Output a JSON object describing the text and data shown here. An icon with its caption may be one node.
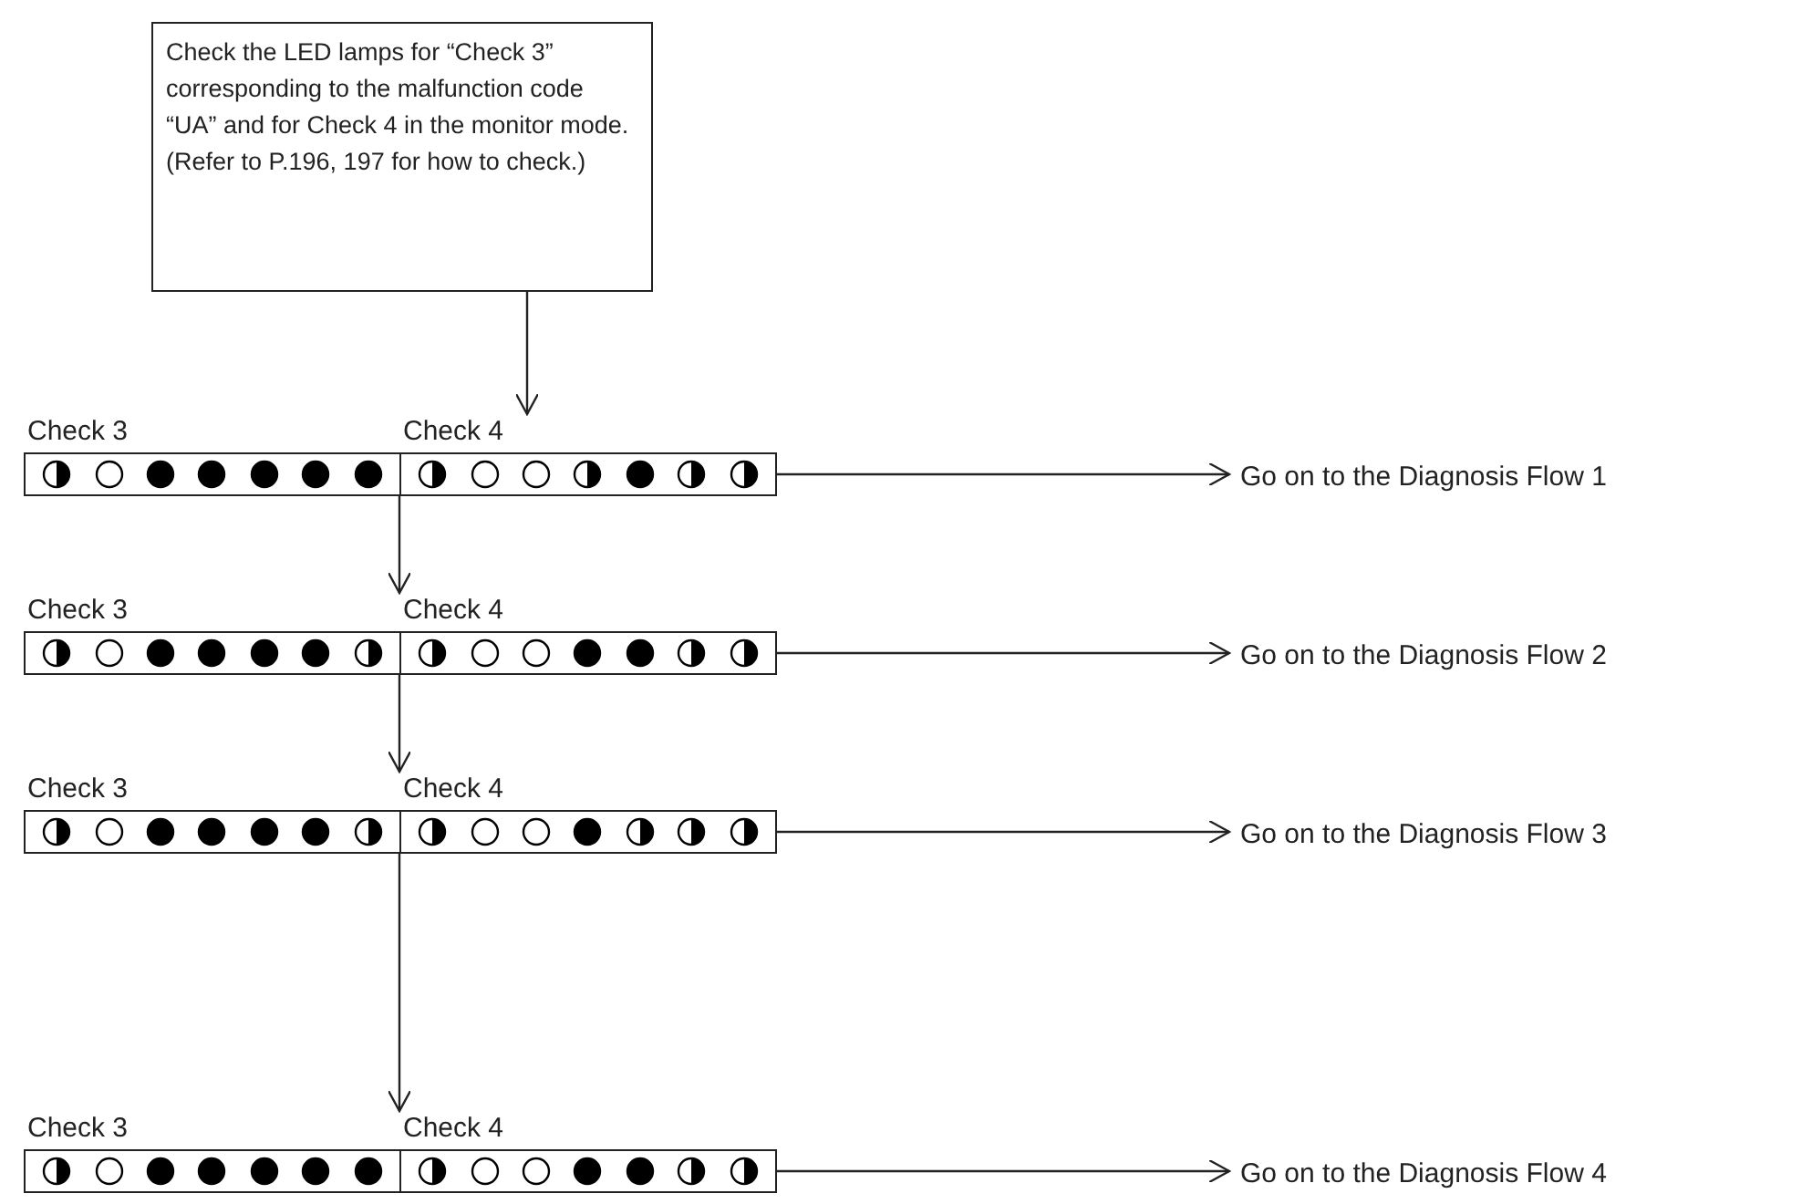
{
  "diagram": {
    "nodes": [
      {
        "text": [
          "Check the LED lamps for “Check 3” corresponding to the malfunction code “UA” and for Check 4 in the monitor mode. (Refer to P.196, 197 for how to check.)"
        ]
      },
      {
        "text": [
          "Check 3",
          "Check 4"
        ]
      },
      {
        "text": [
          "Go on to the Diagnosis Flow 1"
        ]
      },
      {
        "text": [
          "Check 3",
          "Check 4"
        ]
      },
      {
        "text": [
          "Go on to the Diagnosis Flow 2"
        ]
      },
      {
        "text": [
          "Check 3",
          "Check 4"
        ]
      },
      {
        "text": [
          "Go on to the Diagnosis Flow 3"
        ]
      },
      {
        "text": [
          "Check 3",
          "Check 4"
        ]
      },
      {
        "text": [
          "Go on to the Diagnosis Flow 4"
        ]
      }
    ],
    "edges": [
      {
        "from": 0,
        "to": 1,
        "arrow": "to"
      },
      {
        "from": 1,
        "to": 2,
        "arrow": "to"
      },
      {
        "from": 1,
        "to": 3,
        "arrow": "to"
      },
      {
        "from": 3,
        "to": 4,
        "arrow": "to"
      },
      {
        "from": 3,
        "to": 5,
        "arrow": "to"
      },
      {
        "from": 5,
        "to": 6,
        "arrow": "to"
      },
      {
        "from": 5,
        "to": 7,
        "arrow": "to"
      },
      {
        "from": 7,
        "to": 8,
        "arrow": "to"
      }
    ]
  }
}
